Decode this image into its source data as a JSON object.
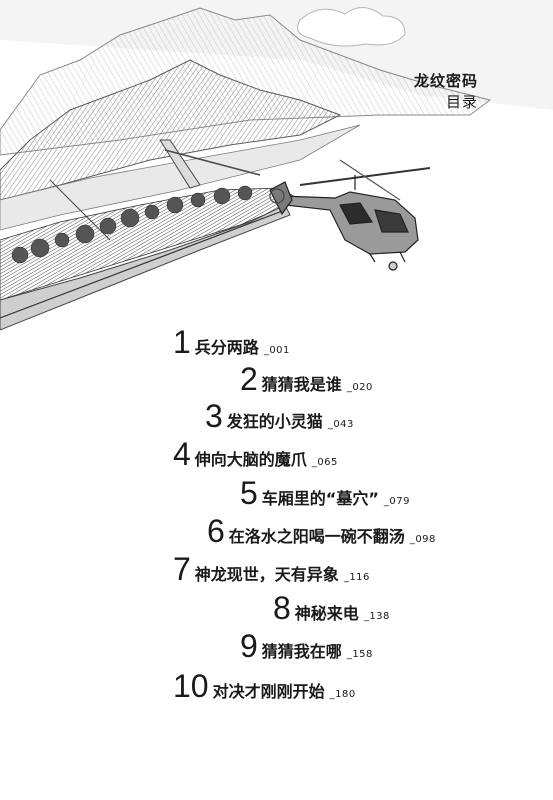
{
  "header": {
    "book_title": "龙纹密码",
    "toc_label": "目录"
  },
  "toc": [
    {
      "num": "1",
      "title": "兵分两路",
      "page": "_001"
    },
    {
      "num": "2",
      "title": "猜猜我是谁",
      "page": "_020"
    },
    {
      "num": "3",
      "title": "发狂的小灵猫",
      "page": "_043"
    },
    {
      "num": "4",
      "title": "伸向大脑的魔爪",
      "page": "_065"
    },
    {
      "num": "5",
      "title": "车厢里的“墓穴”",
      "page": "_079"
    },
    {
      "num": "6",
      "title": "在洛水之阳喝一碗不翻汤",
      "page": "_098"
    },
    {
      "num": "7",
      "title": "神龙现世，天有异象",
      "page": "_116"
    },
    {
      "num": "8",
      "title": "神秘来电",
      "page": "_138"
    },
    {
      "num": "9",
      "title": "猜猜我在哪",
      "page": "_158"
    },
    {
      "num": "10",
      "title": "对决才刚刚开始",
      "page": "_180"
    }
  ]
}
